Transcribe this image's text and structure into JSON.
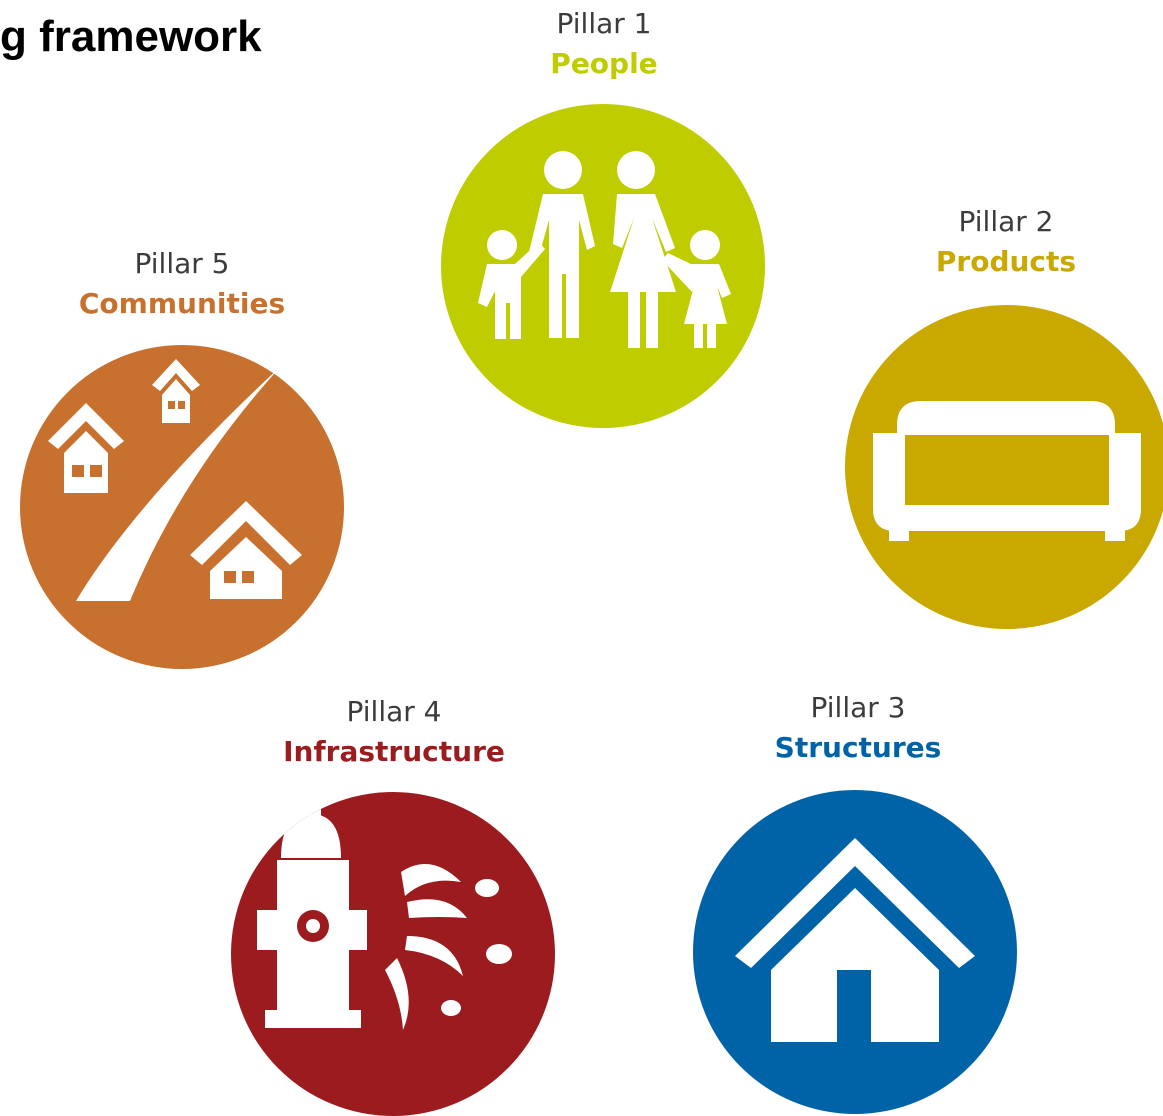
{
  "title": "g framework",
  "pillars": [
    {
      "number": "Pillar 1",
      "name": "People",
      "color": "#BFCC00",
      "icon": "family-icon"
    },
    {
      "number": "Pillar 2",
      "name": "Products",
      "color": "#C9A800",
      "icon": "sofa-icon"
    },
    {
      "number": "Pillar 3",
      "name": "Structures",
      "color": "#0063A8",
      "icon": "house-icon"
    },
    {
      "number": "Pillar 4",
      "name": "Infrastructure",
      "color": "#9B1B1F",
      "icon": "fire-hydrant-icon"
    },
    {
      "number": "Pillar 5",
      "name": "Communities",
      "color": "#C8702D",
      "icon": "neighborhood-icon"
    }
  ]
}
